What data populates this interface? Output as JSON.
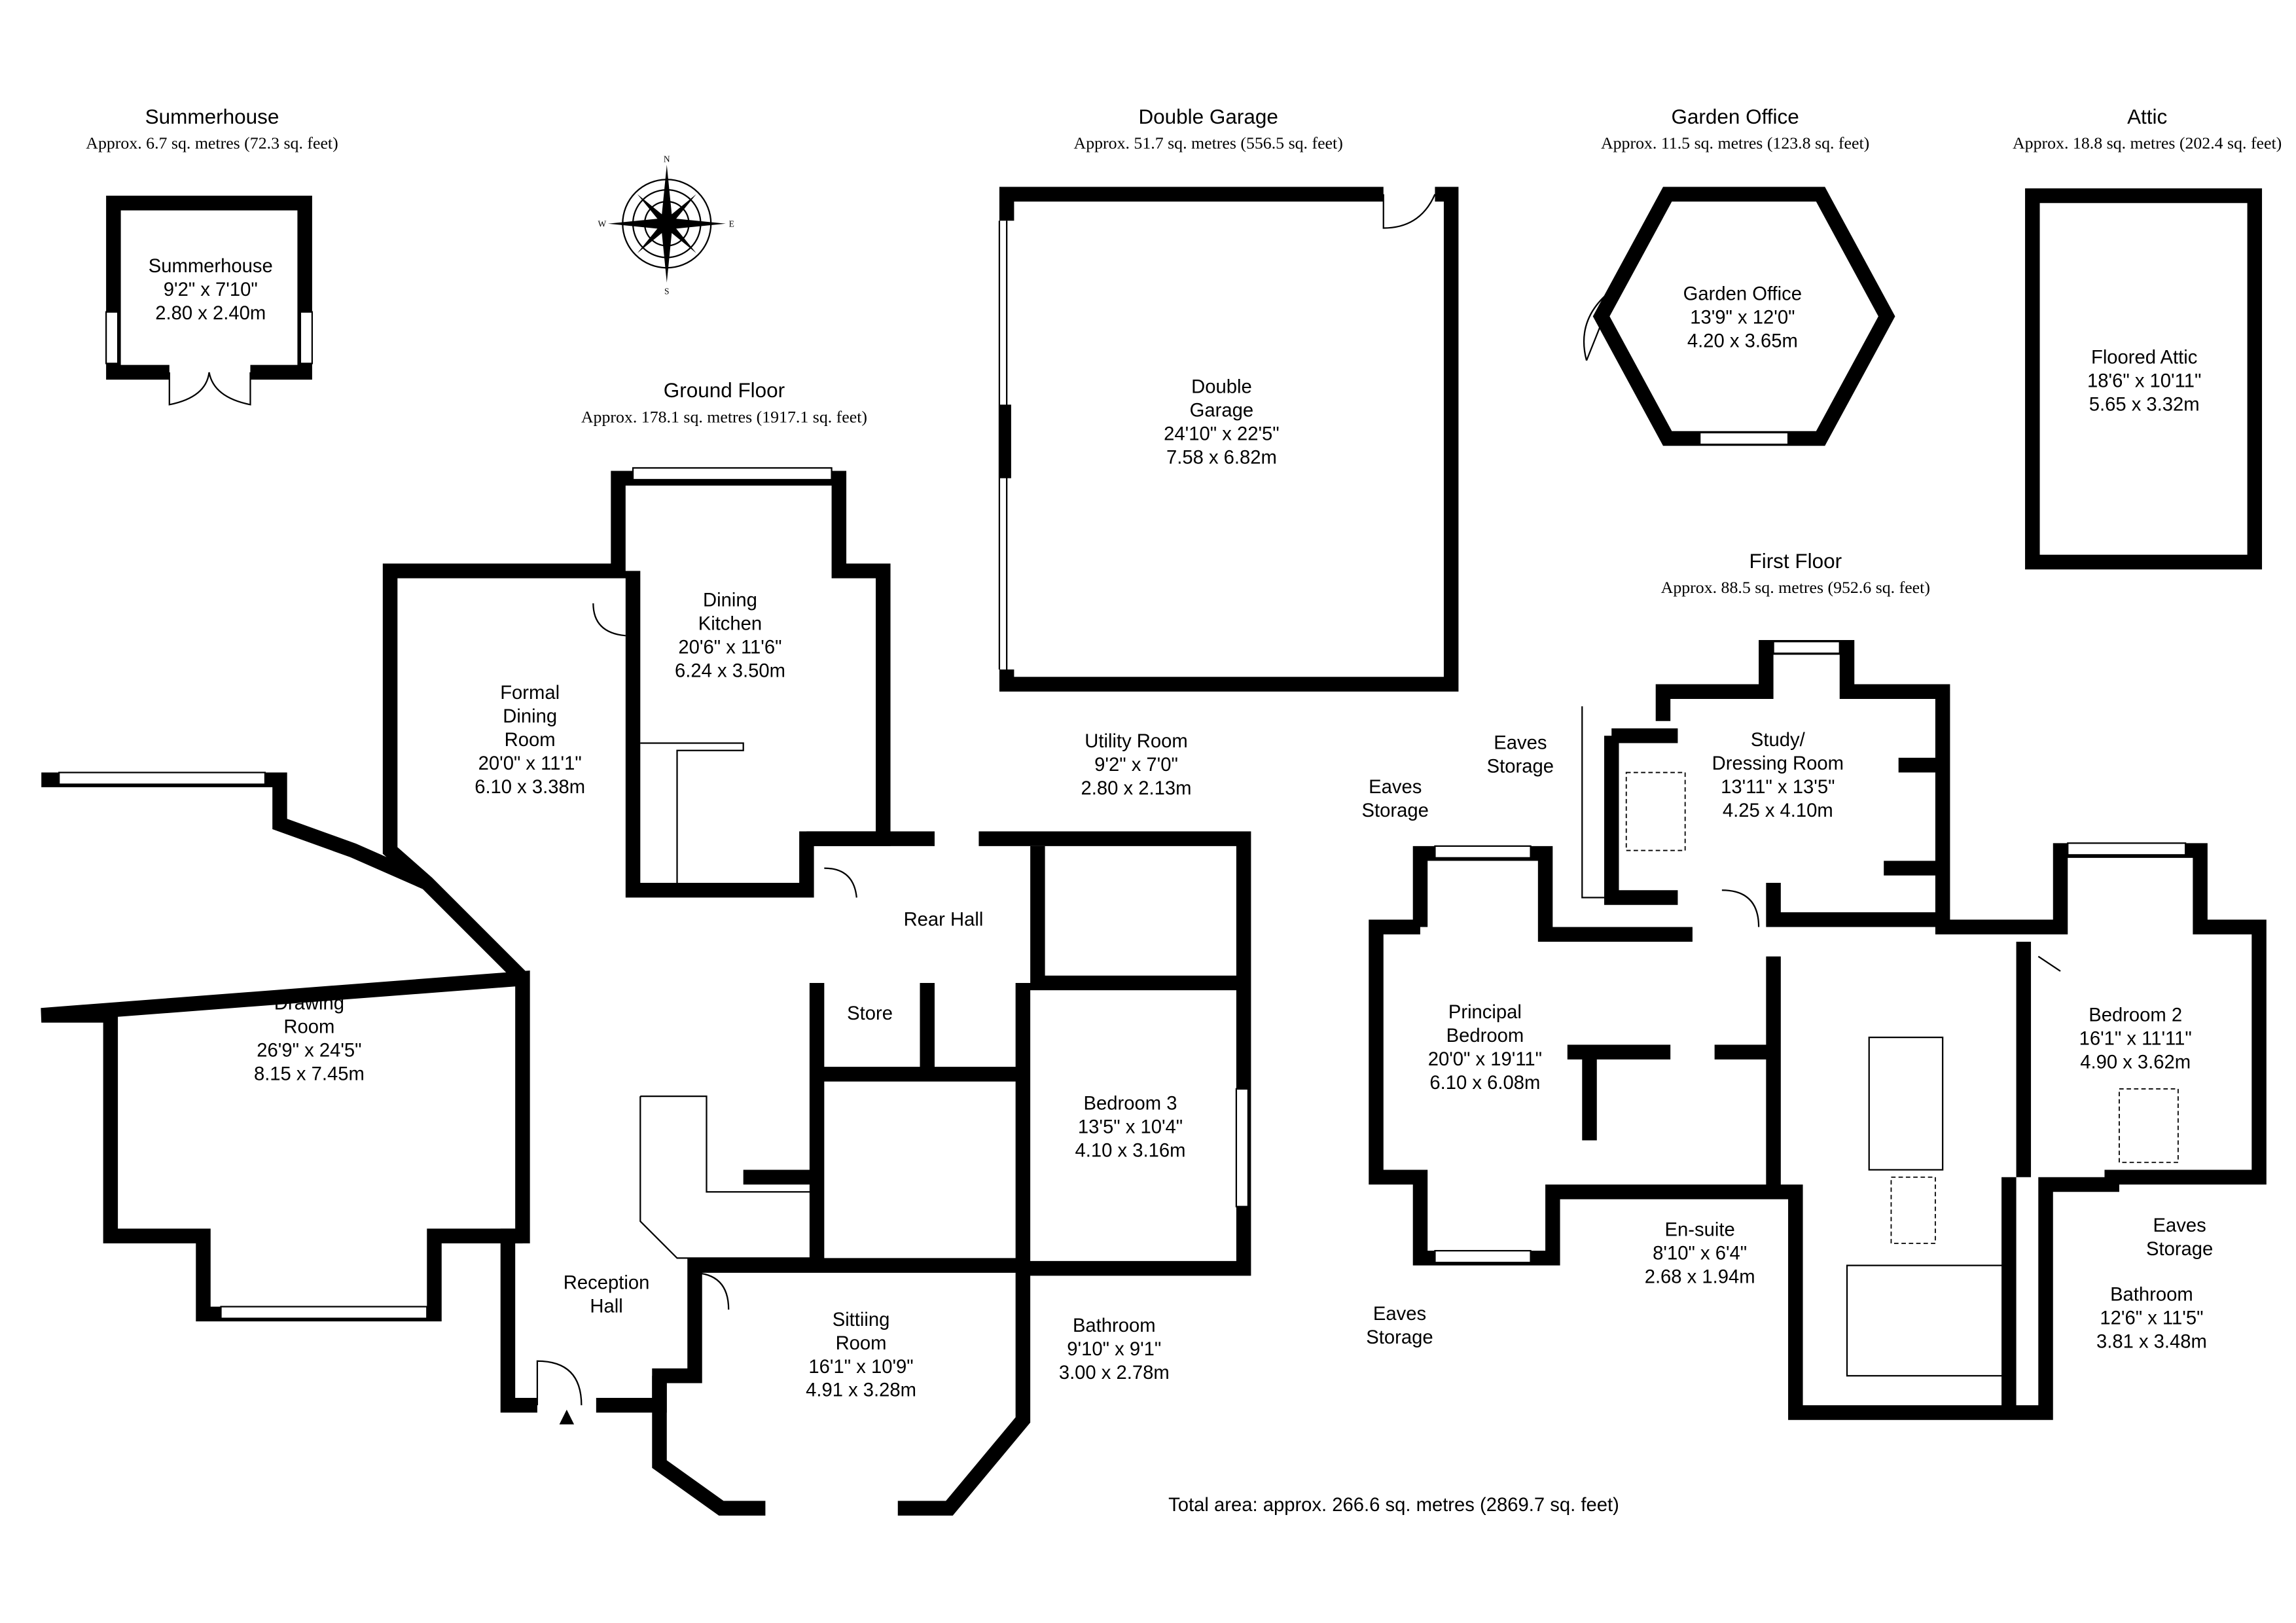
{
  "sections": [
    {
      "id": "summerhouse",
      "title": "Summerhouse",
      "area": "Approx. 6.7 sq. metres (72.3 sq. feet)"
    },
    {
      "id": "garage",
      "title": "Double Garage",
      "area": "Approx. 51.7 sq. metres (556.5 sq. feet)"
    },
    {
      "id": "office",
      "title": "Garden Office",
      "area": "Approx. 11.5 sq. metres (123.8 sq. feet)"
    },
    {
      "id": "attic",
      "title": "Attic",
      "area": "Approx. 18.8 sq. metres (202.4 sq. feet)"
    },
    {
      "id": "ground",
      "title": "Ground Floor",
      "area": "Approx. 178.1 sq. metres (1917.1 sq. feet)"
    },
    {
      "id": "first",
      "title": "First Floor",
      "area": "Approx. 88.5 sq. metres (952.6 sq. feet)"
    }
  ],
  "rooms": [
    {
      "id": "summerhouse",
      "lines": [
        "Summerhouse",
        "9'2\" x 7'10\"",
        "2.80 x 2.40m"
      ]
    },
    {
      "id": "garage",
      "lines": [
        "Double",
        "Garage",
        "24'10\" x 22'5\"",
        "7.58 x 6.82m"
      ]
    },
    {
      "id": "office",
      "lines": [
        "Garden Office",
        "13'9\" x 12'0\"",
        "4.20 x 3.65m"
      ]
    },
    {
      "id": "attic",
      "lines": [
        "Floored Attic",
        "18'6\" x 10'11\"",
        "5.65 x 3.32m"
      ]
    },
    {
      "id": "dining-kitchen",
      "lines": [
        "Dining",
        "Kitchen",
        "20'6\" x 11'6\"",
        "6.24 x 3.50m"
      ]
    },
    {
      "id": "formal-dining",
      "lines": [
        "Formal",
        "Dining",
        "Room",
        "20'0\" x 11'1\"",
        "6.10 x 3.38m"
      ]
    },
    {
      "id": "utility",
      "lines": [
        "Utility Room",
        "9'2\" x 7'0\"",
        "2.80 x 2.13m"
      ]
    },
    {
      "id": "rear-hall",
      "lines": [
        "Rear Hall"
      ]
    },
    {
      "id": "store",
      "lines": [
        "Store"
      ]
    },
    {
      "id": "drawing",
      "lines": [
        "Drawing",
        "Room",
        "26'9\" x 24'5\"",
        "8.15 x 7.45m"
      ]
    },
    {
      "id": "bedroom3",
      "lines": [
        "Bedroom 3",
        "13'5\" x 10'4\"",
        "4.10 x 3.16m"
      ]
    },
    {
      "id": "reception",
      "lines": [
        "Reception",
        "Hall"
      ]
    },
    {
      "id": "sitting",
      "lines": [
        "Sittiing",
        "Room",
        "16'1\" x 10'9\"",
        "4.91 x 3.28m"
      ]
    },
    {
      "id": "bathroom-ground",
      "lines": [
        "Bathroom",
        "9'10\" x 9'1\"",
        "3.00 x 2.78m"
      ]
    },
    {
      "id": "eaves1",
      "lines": [
        "Eaves",
        "Storage"
      ]
    },
    {
      "id": "eaves2",
      "lines": [
        "Eaves",
        "Storage"
      ]
    },
    {
      "id": "eaves3",
      "lines": [
        "Eaves",
        "Storage"
      ]
    },
    {
      "id": "eaves4",
      "lines": [
        "Eaves",
        "Storage"
      ]
    },
    {
      "id": "study",
      "lines": [
        "Study/",
        "Dressing Room",
        "13'11\" x 13'5\"",
        "4.25 x 4.10m"
      ]
    },
    {
      "id": "principal",
      "lines": [
        "Principal",
        "Bedroom",
        "20'0\" x 19'11\"",
        "6.10 x 6.08m"
      ]
    },
    {
      "id": "bedroom2",
      "lines": [
        "Bedroom 2",
        "16'1\" x 11'11\"",
        "4.90 x 3.62m"
      ]
    },
    {
      "id": "ensuite",
      "lines": [
        "En-suite",
        "8'10\" x 6'4\"",
        "2.68 x 1.94m"
      ]
    },
    {
      "id": "bathroom-first",
      "lines": [
        "Bathroom",
        "12'6\" x 11'5\"",
        "3.81 x 3.48m"
      ]
    }
  ],
  "compass": {
    "n": "N",
    "s": "S",
    "e": "E",
    "w": "W"
  },
  "total_area": "Total area: approx. 266.6 sq. metres (2869.7 sq. feet)"
}
